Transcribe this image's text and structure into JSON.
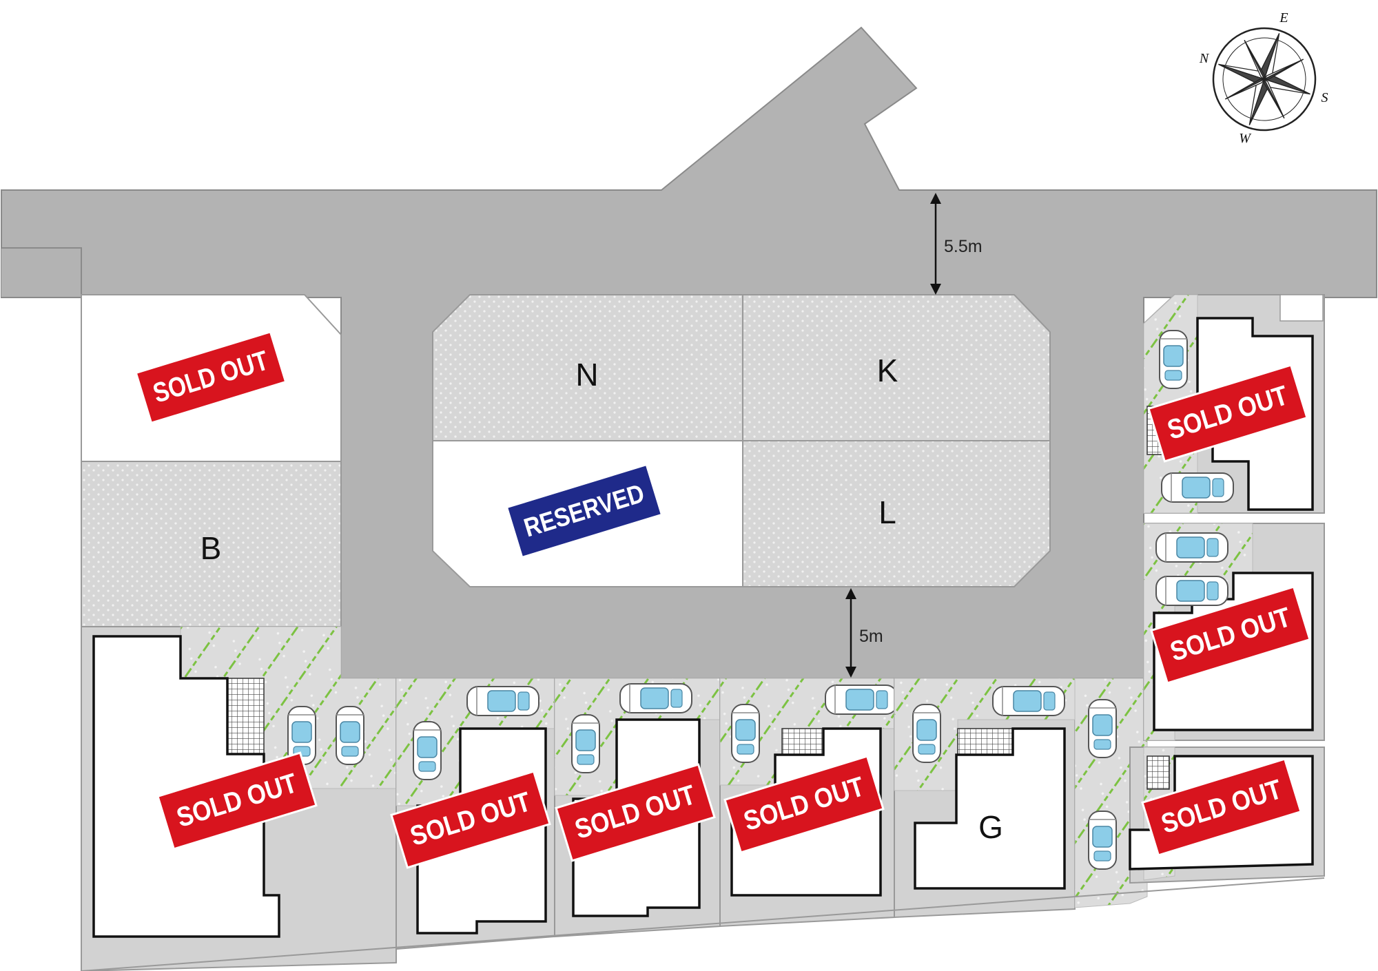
{
  "compass": {
    "north": "N",
    "east": "E",
    "south": "S",
    "west": "W",
    "icon": "compass-rose-icon"
  },
  "dimensions": {
    "main_road_width": "5.5m",
    "inner_road_width": "5m"
  },
  "lots": {
    "B": "B",
    "G": "G",
    "K": "K",
    "L": "L",
    "N": "N"
  },
  "stamps": {
    "sold_out": "SOLD OUT",
    "reserved": "RESERVED"
  },
  "colors": {
    "road": "#b3b3b3",
    "lot_available": "#c8c8c8",
    "sold_out_badge": "#d8141e",
    "reserved_badge": "#1f2a8a",
    "green_stripe": "#7cc242",
    "car_window": "#8ccde8"
  }
}
